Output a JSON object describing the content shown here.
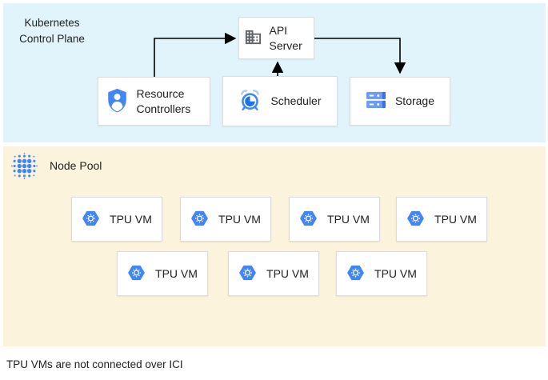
{
  "control_plane": {
    "title": "Kubernetes Control Plane",
    "api_server": {
      "label": "API Server",
      "icon": "building-icon"
    },
    "resource_controllers": {
      "label": "Resource Controllers",
      "icon": "shield-user-icon"
    },
    "scheduler": {
      "label": "Scheduler",
      "icon": "alarm-clock-icon"
    },
    "storage": {
      "label": "Storage",
      "icon": "server-stack-icon"
    }
  },
  "node_pool": {
    "title": "Node Pool",
    "icon": "dot-grid-icon",
    "tpu_vm_label": "TPU VM",
    "tpu_vm_count": 7
  },
  "connections": [
    "resource-controllers -> api-server",
    "scheduler -> api-server",
    "api-server -> storage"
  ],
  "caption": "TPU VMs are not connected over ICI",
  "colors": {
    "control_plane_bg": "#e1f4fb",
    "node_pool_bg": "#fbf3dc",
    "node_border": "#dadce0",
    "accent_blue": "#4285f4",
    "accent_blue_dark": "#1a73e8",
    "accent_blue_light": "#aecbfa",
    "icon_gray": "#5f6368",
    "text": "#202124",
    "arrow": "#000000"
  }
}
